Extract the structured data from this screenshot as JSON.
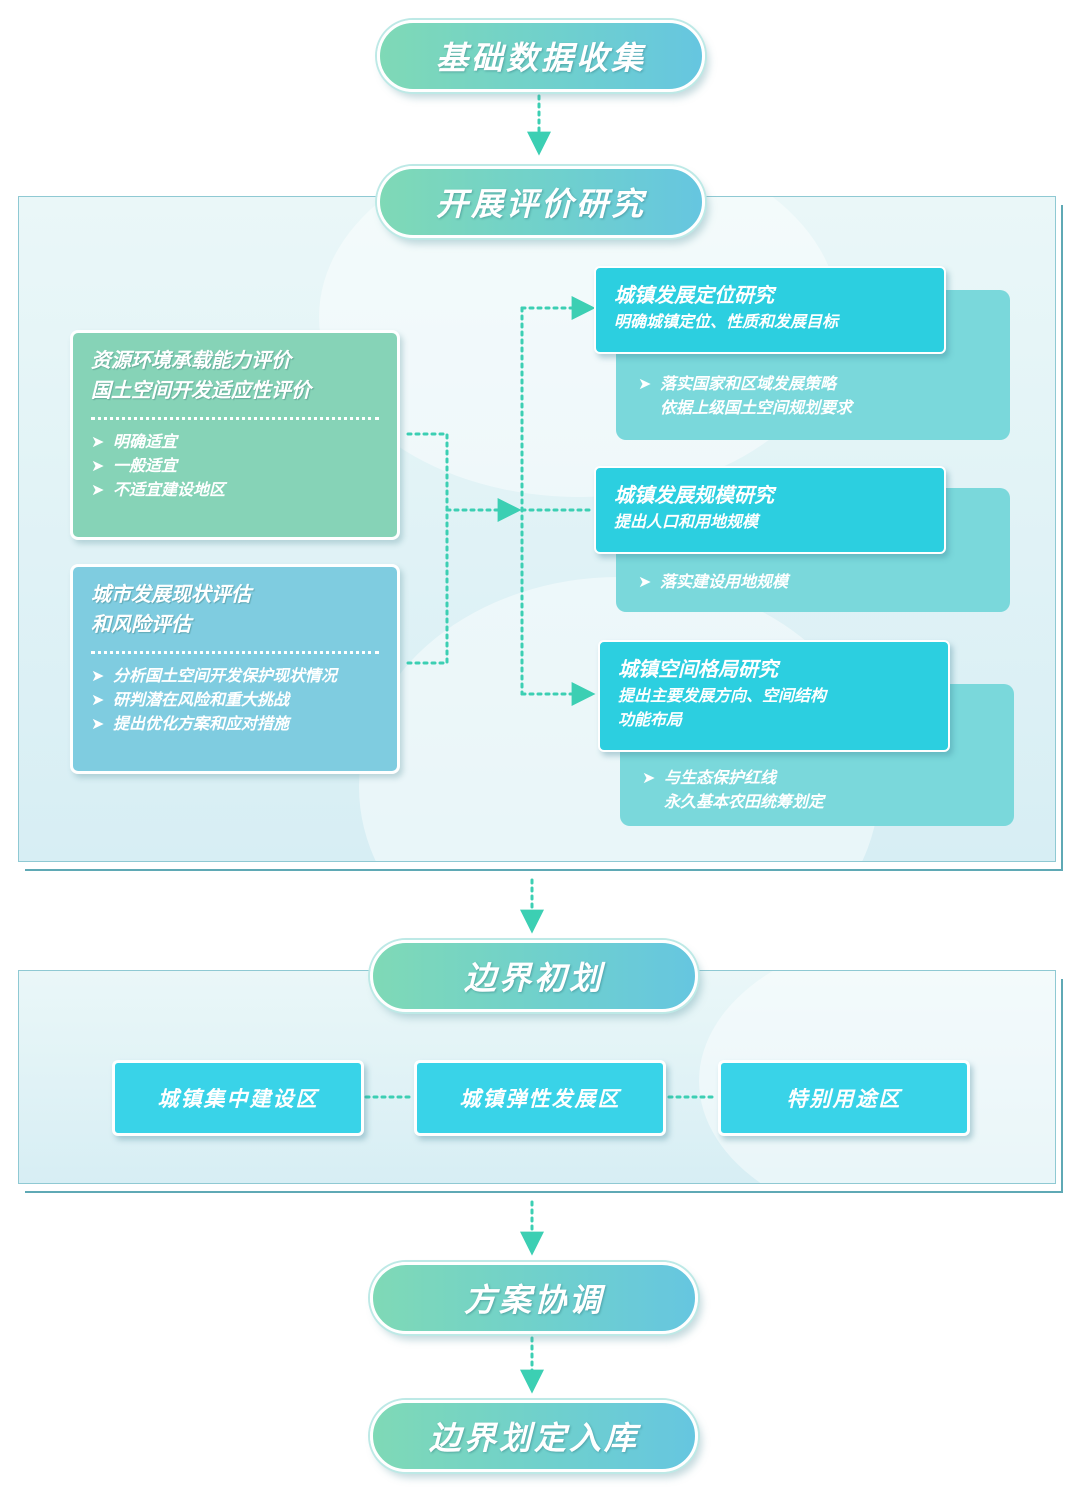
{
  "steps": {
    "collect": "基础数据收集",
    "evaluate": "开展评价研究",
    "boundary": "边界初划",
    "coordinate": "方案协调",
    "archive": "边界划定入库"
  },
  "evaluation_inputs": [
    {
      "title_lines": [
        "资源环境承载能力评价",
        "国土空间开发适应性评价"
      ],
      "bullets": [
        "明确适宜",
        "一般适宜",
        "不适宜建设地区"
      ]
    },
    {
      "title_lines": [
        "城市发展现状评估",
        "和风险评估"
      ],
      "bullets": [
        "分析国土空间开发保护现状情况",
        "研判潜在风险和重大挑战",
        "提出优化方案和应对措施"
      ]
    }
  ],
  "research_topics": [
    {
      "title": "城镇发展定位研究",
      "subtitle_lines": [
        "明确城镇定位、性质和发展目标"
      ],
      "result_lines": [
        "落实国家和区域发展策略",
        "依据上级国土空间规划要求"
      ]
    },
    {
      "title": "城镇发展规模研究",
      "subtitle_lines": [
        "提出人口和用地规模"
      ],
      "result_lines": [
        "落实建设用地规模"
      ]
    },
    {
      "title": "城镇空间格局研究",
      "subtitle_lines": [
        "提出主要发展方向、空间结构",
        "功能布局"
      ],
      "result_lines": [
        "与生态保护红线",
        "永久基本农田统筹划定"
      ]
    }
  ],
  "zones": [
    "城镇集中建设区",
    "城镇弹性发展区",
    "特别用途区"
  ],
  "icons": {
    "bullet": "arrow-bullet-icon"
  },
  "colors": {
    "connector": "#3ccfb3",
    "pill_start": "#7fd9b6",
    "pill_end": "#66c6e0",
    "zone": "#39d3e8"
  }
}
